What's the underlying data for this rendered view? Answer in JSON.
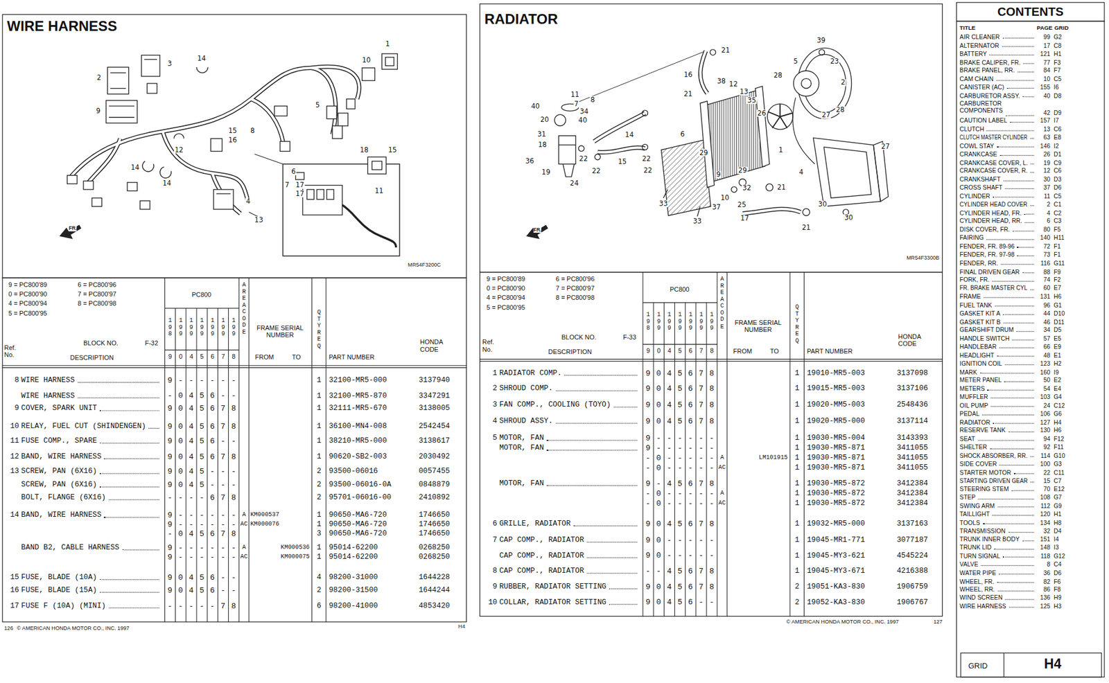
{
  "diagram": {
    "nodes": [
      {
        "text": [
          "WIRE HARNESS"
        ]
      },
      {
        "text": [
          "RADIATOR"
        ]
      },
      {
        "text": [
          "CONTENTS"
        ]
      },
      {
        "text": [
          "GRID",
          "H4"
        ],
        "in": 2
      }
    ],
    "labels": [
      "1",
      "2",
      "3",
      "14",
      "10",
      "9",
      "5",
      "15",
      "8",
      "16",
      "12",
      "18",
      "15",
      "14",
      "6",
      "7",
      "17",
      "17",
      "14",
      "11",
      "4",
      "13",
      "FR.",
      "MR54F3200C",
      "9 = PC800'89",
      "0 = PC800'90",
      "4 = PC800'94",
      "5 = PC800'95",
      "6 = PC800'96",
      "7 = PC800'97",
      "8 = PC800'98",
      "PC800",
      "198",
      "199",
      "199",
      "199",
      "199",
      "199",
      "199",
      "9",
      "0",
      "4",
      "5",
      "6",
      "7",
      "8",
      "AREA CODE",
      "QTY REQ",
      "FRAME SERIAL NUMBER",
      "FROM",
      "TO",
      "BLOCK NO.",
      "F-32",
      "Ref. No.",
      "DESCRIPTION",
      "PART NUMBER",
      "HONDA CODE",
      "8",
      "WIRE HARNESS",
      "9 - - - - - -",
      "1",
      "32100-MR5-000",
      "3137940",
      "WIRE HARNESS",
      "- 0 4 5 6 - -",
      "1",
      "32100-MR5-870",
      "3347291",
      "9",
      "COVER, SPARK UNIT",
      "9 0 4 5 6 7 8",
      "1",
      "32111-MR5-670",
      "3138005",
      "10",
      "RELAY, FUEL CUT (SHINDENGEN)",
      "9 0 4 5 6 7 8",
      "1",
      "36100-MN4-008",
      "2542454",
      "11",
      "FUSE COMP., SPARE",
      "9 0 4 5 6 - -",
      "1",
      "38210-MR5-000",
      "3138617",
      "12",
      "BAND, WIRE HARNESS",
      "9 0 4 5 6 7 8",
      "1",
      "90620-SB2-003",
      "2030492",
      "13",
      "SCREW, PAN (6X16)",
      "9 0 4 5 - - -",
      "2",
      "93500-06016",
      "0057455",
      "SCREW, PAN (6X16)",
      "9 0 4 5 - - -",
      "2",
      "93500-06016-0A",
      "0848879",
      "BOLT, FLANGE (6X16)",
      "- - - - 6 7 8",
      "2",
      "95701-06016-00",
      "2410892",
      "14",
      "BAND, WIRE HARNESS",
      "9 - - - - - -",
      "A",
      "KM000537",
      "1",
      "90650-MA6-720",
      "1746650",
      "9 - - - - - -",
      "AC",
      "KM000076",
      "1",
      "90650-MA6-720",
      "1746650",
      "- 0 4 5 6 7 8",
      "3",
      "90650-MA6-720",
      "1746650",
      "BAND B2, CABLE HARNESS",
      "9 - - - - - -",
      "A",
      "KM000536",
      "1",
      "95014-62200",
      "0268250",
      "9 - - - - - -",
      "AC",
      "KM000075",
      "1",
      "95014-62200",
      "0268250",
      "15",
      "FUSE, BLADE (10A)",
      "9 0 4 5 6 - -",
      "4",
      "98200-31000",
      "1644228",
      "16",
      "FUSE, BLADE (15A)",
      "9 0 4 5 6 - -",
      "2",
      "98200-31500",
      "1644244",
      "17",
      "FUSE F (10A) (MINI)",
      "- - - - - 7 8",
      "6",
      "98200-41000",
      "4853420",
      "126",
      "© AMERICAN HONDA MOTOR CO., INC. 1997",
      "H4",
      "39",
      "21",
      "23",
      "5",
      "2",
      "16",
      "38",
      "12",
      "13",
      "28",
      "35",
      "21",
      "26",
      "11",
      "8",
      "7",
      "34",
      "40",
      "20",
      "40",
      "31",
      "18",
      "14",
      "6",
      "27",
      "28",
      "27",
      "36",
      "22",
      "15",
      "22",
      "1",
      "29",
      "29",
      "19",
      "22",
      "22",
      "24",
      "9",
      "4",
      "32",
      "21",
      "10",
      "37",
      "25",
      "33",
      "33",
      "17",
      "30",
      "30",
      "21",
      "FR.",
      "MR54F3300B",
      "9 = PC800'89",
      "0 = PC800'90",
      "4 = PC800'94",
      "5 = PC800'95",
      "6 = PC800'96",
      "7 = PC800'97",
      "8 = PC800'98",
      "PC800",
      "198",
      "199",
      "199",
      "199",
      "199",
      "199",
      "199",
      "9",
      "0",
      "4",
      "5",
      "6",
      "7",
      "8",
      "AREA CODE",
      "QTY REQ",
      "FRAME SERIAL NUMBER",
      "FROM",
      "TO",
      "BLOCK NO.",
      "F-33",
      "Ref. No.",
      "DESCRIPTION",
      "PART NUMBER",
      "HONDA CODE",
      "1",
      "RADIATOR COMP.",
      "9 0 4 5 6 7 8",
      "1",
      "19010-MR5-003",
      "3137098",
      "2",
      "SHROUD COMP.",
      "9 0 4 5 6 7 8",
      "1",
      "19015-MR5-003",
      "3137106",
      "3",
      "FAN COMP., COOLING (TOYO)",
      "9 0 4 5 6 7 8",
      "1",
      "19020-MM5-003",
      "2548436",
      "4",
      "SHROUD ASSY.",
      "9 0 4 5 6 7 8",
      "1",
      "19020-MR5-000",
      "3137114",
      "5",
      "MOTOR, FAN",
      "9 - - - - - -",
      "1",
      "19030-MR5-004",
      "3143393",
      "MOTOR, FAN",
      "9 - - - - - -",
      "1",
      "19030-MR5-871",
      "3411055",
      "- 0 - - - - -",
      "A",
      "LM101915",
      "1",
      "19030-MR5-871",
      "3411055",
      "- 0 - - - - -",
      "AC",
      "1",
      "19030-MR5-871",
      "3411055",
      "MOTOR, FAN",
      "9 - 4 5 6 7 8",
      "1",
      "19030-MR5-872",
      "3412384",
      "- 0 - - - - -",
      "A",
      "1",
      "19030-MR5-872",
      "3412384",
      "- 0 - - - - -",
      "AC",
      "1",
      "19030-MR5-872",
      "3412384",
      "6",
      "GRILLE, RADIATOR",
      "9 0 4 5 6 7 8",
      "1",
      "19032-MR5-000",
      "3137163",
      "7",
      "CAP COMP., RADIATOR",
      "9 0 - - - - -",
      "1",
      "19045-MR1-771",
      "3077187",
      "CAP COMP., RADIATOR",
      "9 0 - - - - -",
      "1",
      "19045-MY3-621",
      "4545224",
      "8",
      "CAP COMP., RADIATOR",
      "- - 4 5 6 7 8",
      "1",
      "19045-MY3-671",
      "4216388",
      "9",
      "RUBBER, RADIATOR SETTING",
      "9 0 4 5 6 7 8",
      "2",
      "19051-KA3-830",
      "1906759",
      "10",
      "COLLAR, RADIATOR SETTING",
      "9 0 4 5 6 - -",
      "2",
      "19052-KA3-830",
      "1906767",
      "© AMERICAN HONDA MOTOR CO., INC. 1997",
      "127",
      "TITLE",
      "PAGE",
      "GRID",
      "AIR CLEANER",
      "99",
      "G2",
      "ALTERNATOR",
      "17",
      "C8",
      "BATTERY",
      "121",
      "H1",
      "BRAKE CALIPER, FR.",
      "77",
      "F3",
      "BRAKE PANEL, RR.",
      "84",
      "F7",
      "CAM CHAIN",
      "10",
      "C5",
      "CANISTER (AC)",
      "155",
      "I6",
      "CARBURETOR ASSY.",
      "40",
      "D8",
      "CARBURETOR COMPONENTS",
      "42",
      "D9",
      "CAUTION LABEL",
      "157",
      "I7",
      "CLUTCH",
      "13",
      "C6",
      "CLUTCH MASTER CYLINDER",
      "63",
      "E8",
      "COWL STAY",
      "146",
      "I2",
      "CRANKCASE",
      "26",
      "D1",
      "CRANKCASE COVER, L.",
      "19",
      "C9",
      "CRANKCASE COVER, R.",
      "12",
      "C6",
      "CRANKSHAFT",
      "30",
      "D3",
      "CROSS SHAFT",
      "37",
      "D6",
      "CYLINDER",
      "11",
      "C5",
      "CYLINDER HEAD COVER",
      "2",
      "C1",
      "CYLINDER HEAD, FR.",
      "4",
      "C2",
      "CYLINDER HEAD, RR.",
      "6",
      "C3",
      "DISK COVER, FR.",
      "80",
      "F5",
      "FAIRING",
      "140",
      "H11",
      "FENDER, FR. 89-96",
      "72",
      "F1",
      "FENDER, FR. 97-98",
      "73",
      "F1",
      "FENDER, RR.",
      "116",
      "G11",
      "FINAL DRIVEN GEAR",
      "88",
      "F9",
      "FORK, FR.",
      "74",
      "F2",
      "FR. BRAKE MASTER CYL",
      "60",
      "E7",
      "FRAME",
      "131",
      "H6",
      "FUEL TANK",
      "96",
      "G1",
      "GASKET KIT A",
      "44",
      "D10",
      "GASKET KIT B",
      "46",
      "D11",
      "GEARSHIFT DRUM",
      "34",
      "D5",
      "HANDLE SWITCH",
      "57",
      "E5",
      "HANDLEBAR",
      "66",
      "E9",
      "HEADLIGHT",
      "48",
      "E1",
      "IGNITION COIL",
      "123",
      "H2",
      "MARK",
      "160",
      "I9",
      "METER PANEL",
      "50",
      "E2",
      "METERS",
      "54",
      "E4",
      "MUFFLER",
      "103",
      "G4",
      "OIL PUMP",
      "24",
      "C12",
      "PEDAL",
      "106",
      "G6",
      "RADIATOR",
      "127",
      "H4",
      "RESERVE TANK",
      "130",
      "H6",
      "SEAT",
      "94",
      "F12",
      "SHELTER",
      "92",
      "F11",
      "SHOCK ABSORBER, RR.",
      "114",
      "G10",
      "SIDE COVER",
      "100",
      "G3",
      "STARTER MOTOR",
      "22",
      "C11",
      "STARTING DRIVEN GEAR",
      "15",
      "C7",
      "STEERING STEM",
      "70",
      "E12",
      "STEP",
      "108",
      "G7",
      "SWING ARM",
      "112",
      "G9",
      "TAILLIGHT",
      "120",
      "H1",
      "TOOLS",
      "134",
      "H8",
      "TRANSMISSION",
      "32",
      "D4",
      "TRUNK INNER BODY",
      "151",
      "I4",
      "TRUNK LID",
      "148",
      "I3",
      "TURN SIGNAL",
      "118",
      "G12",
      "VALVE",
      "8",
      "C4",
      "WATER PIPE",
      "36",
      "D6",
      "WHEEL, FR.",
      "82",
      "F6",
      "WHEEL, RR.",
      "86",
      "F8",
      "WIND SCREEN",
      "136",
      "H9",
      "WIRE HARNESS",
      "125",
      "H3"
    ]
  }
}
